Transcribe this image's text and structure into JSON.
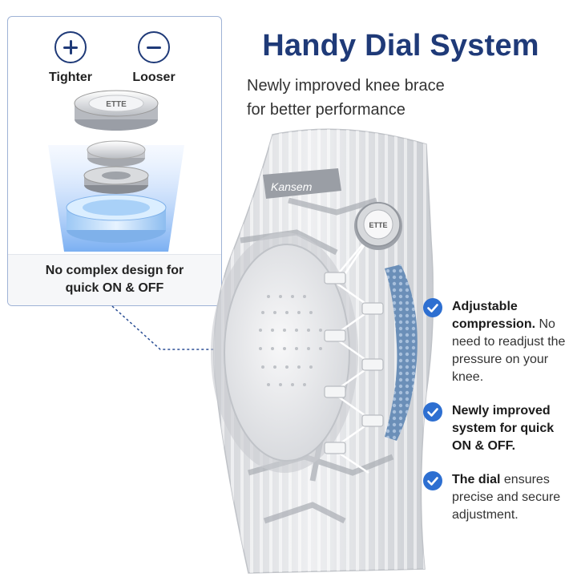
{
  "header": {
    "title": "Handy Dial System",
    "subtitle_line1": "Newly improved knee brace",
    "subtitle_line2": "for better performance"
  },
  "inset": {
    "tighter_label": "Tighter",
    "looser_label": "Looser",
    "dial_brand": "ETTE",
    "caption_line1": "No complex design for",
    "caption_line2": "quick ON & OFF"
  },
  "brace": {
    "brand_logo": "Kansem",
    "dial_brand": "ETTE"
  },
  "features": [
    {
      "bold": "Adjustable compression.",
      "rest": "No need to readjust the pressure on your knee."
    },
    {
      "bold": "Newly improved system for quick ON & OFF.",
      "rest": ""
    },
    {
      "bold": "The dial",
      "rest": "ensures precise and secure adjustment."
    }
  ],
  "colors": {
    "accent": "#1f3a78",
    "check": "#2d6fd1",
    "brace_fabric": "#e4e5e8"
  }
}
